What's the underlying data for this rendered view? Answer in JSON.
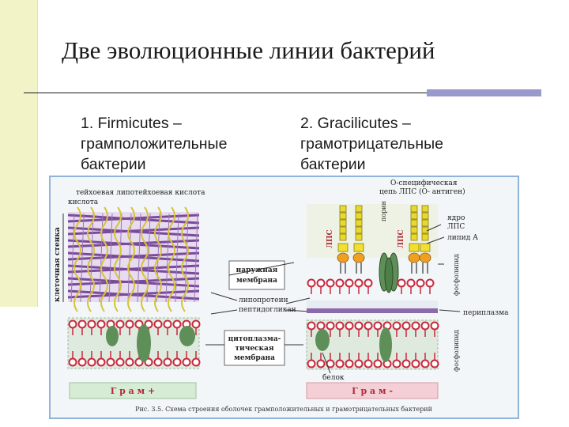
{
  "slide": {
    "title": "Две эволюционные линии бактерий",
    "left_column": {
      "line1": "1. Firmicutes –",
      "line2": "грамположительные",
      "line3": "бактерии"
    },
    "right_column": {
      "line1": "2. Gracilicutes –",
      "line2": "грамотрицательные",
      "line3": "бактерии"
    }
  },
  "figure": {
    "gram_pos_labels": {
      "teichoic": "тейхоевая липотейхоевая кислота",
      "acid": "кислота",
      "cell_wall": "клеточная стенка",
      "outer_membrane_1": "наружная",
      "outer_membrane_2": "мембрана",
      "cytoplasmic_1": "цитоплазма-",
      "cytoplasmic_2": "тическая",
      "cytoplasmic_3": "мембрана",
      "lipoprotein": "липопротеин",
      "peptidoglycan": "пептидогликан"
    },
    "gram_neg_labels": {
      "o_specific_1": "О-специфическая",
      "o_specific_2": "цепь ЛПС (О- антиген)",
      "core_1": "ядро",
      "core_2": "ЛПС",
      "lipid_a": "липид А",
      "lps_left": "ЛПС",
      "lps_right": "ЛПС",
      "porin": "порин",
      "phospholipid_top": "фосфолипид",
      "periplasm": "периплазма",
      "phospholipid_bottom": "фосфолипид",
      "protein": "белок"
    },
    "gram_pos_footer": "Г р а м +",
    "gram_neg_footer": "Г р а м -",
    "caption": "Рис. 3.5. Схема строения оболочек грамположительных и грамотрицательных бактерий",
    "colors": {
      "figure_border": "#8fb3d9",
      "figure_bg": "#f2f6f9",
      "wall_purple": "#7a4a9a",
      "teichoic_yellow": "#d9c23a",
      "lipid_red": "#c8283c",
      "protein_green": "#5f8f58",
      "footer_pos": "#d7ecd5",
      "footer_neg": "#f4cfd6",
      "lps_yellow": "#e8d92e",
      "lipid_a_orange": "#f0a020"
    }
  }
}
